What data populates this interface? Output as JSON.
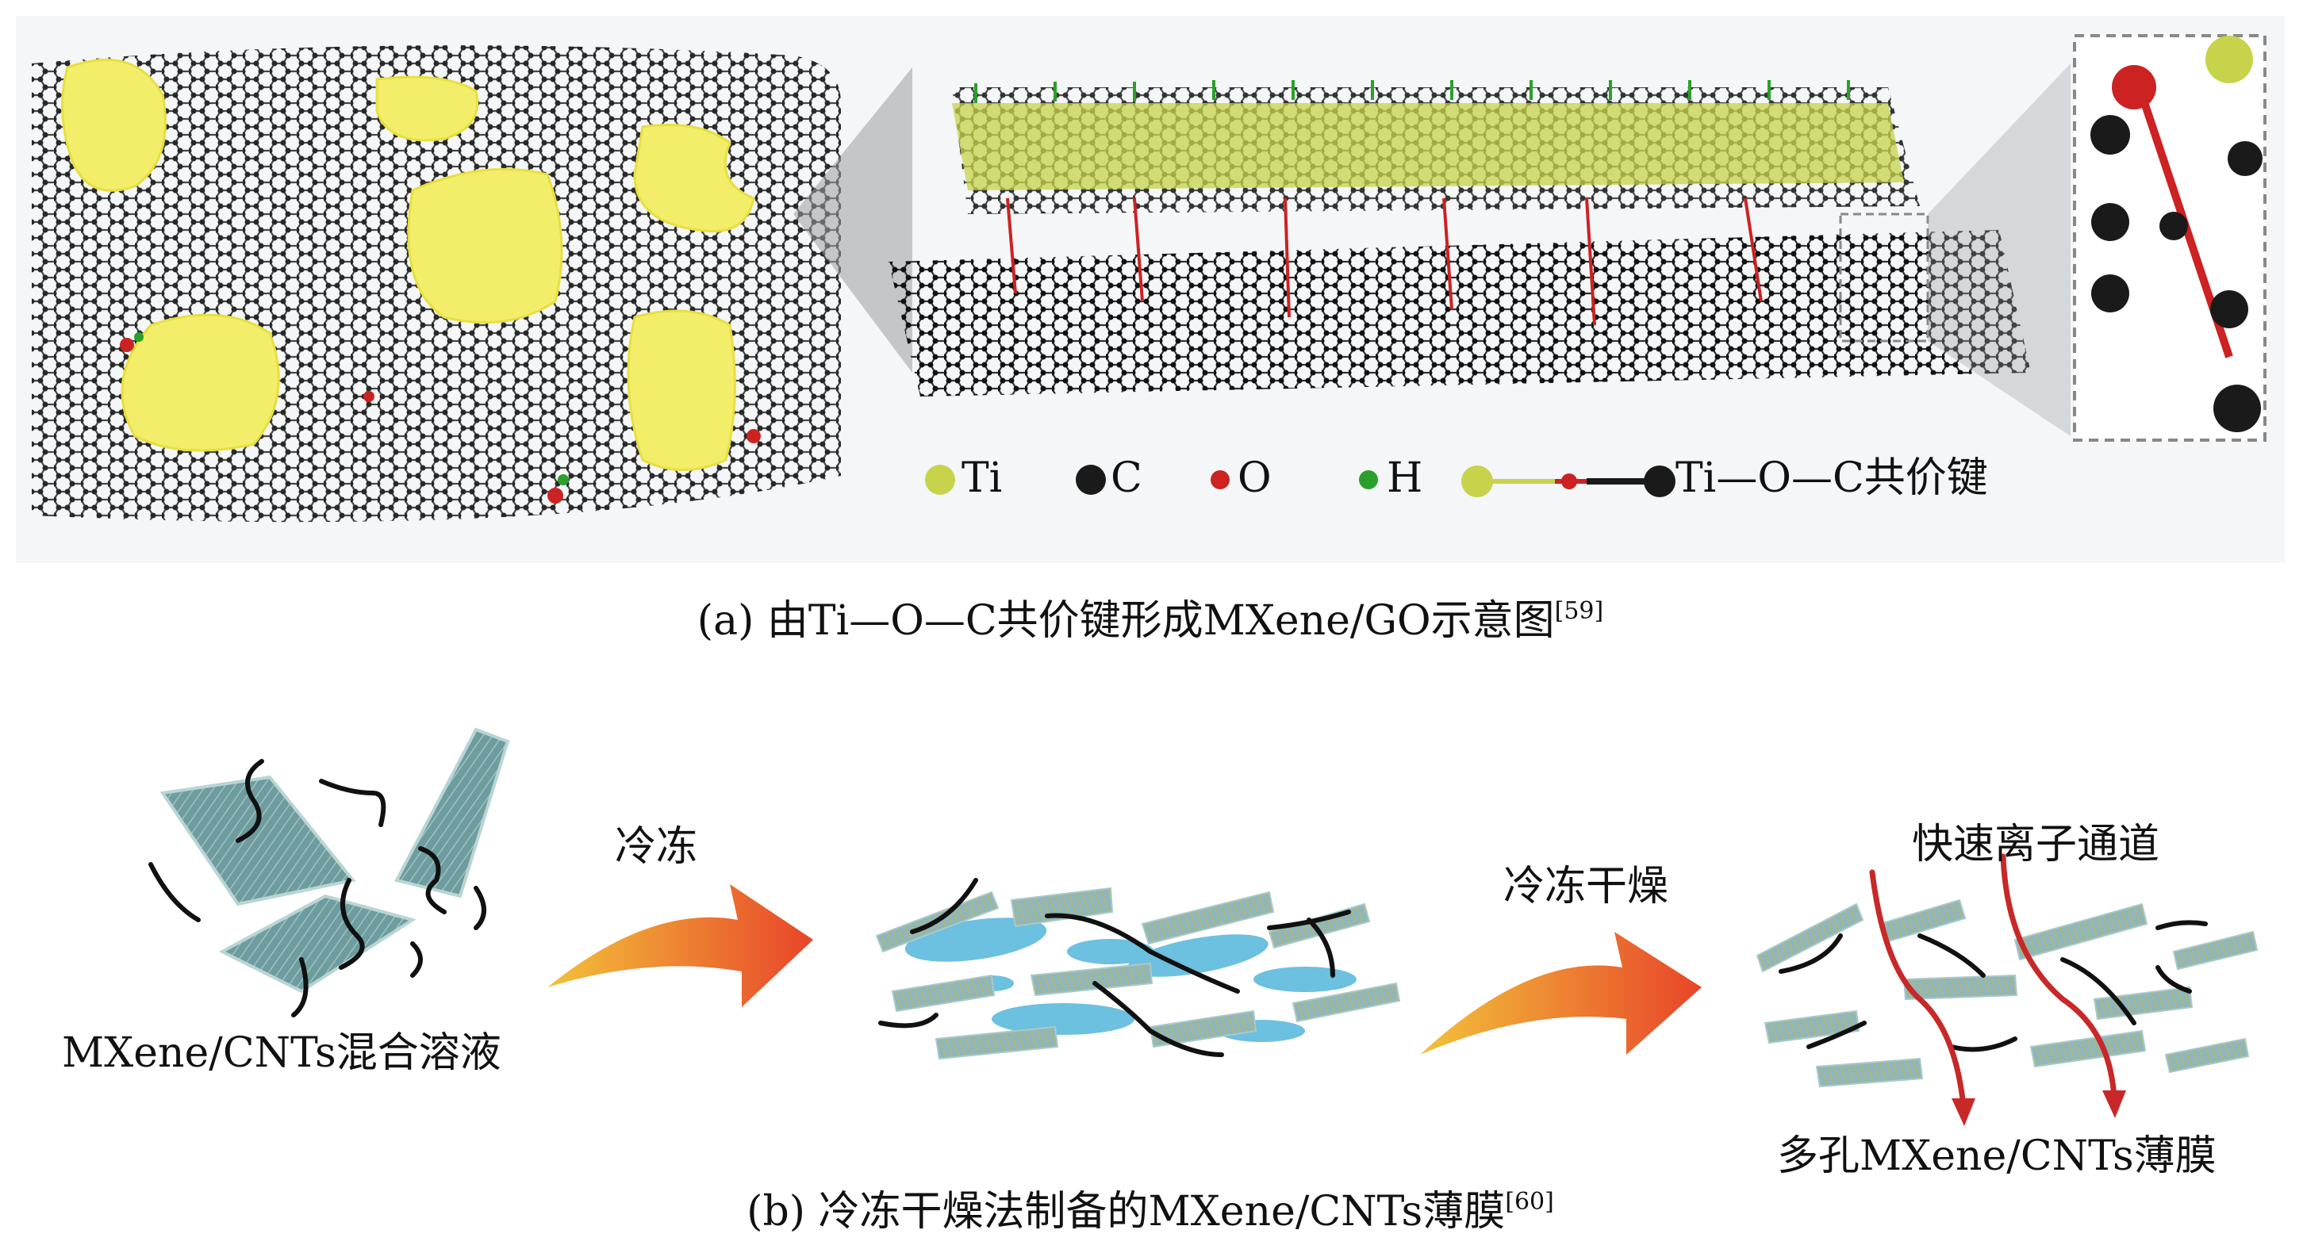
{
  "panel_a": {
    "legend": {
      "ti": "Ti",
      "c": "C",
      "o": "O",
      "h": "H",
      "bond": "Ti—O—C共价键"
    },
    "caption": "(a) 由Ti—O—C共价键形成MXene/GO示意图",
    "caption_ref": "[59]",
    "colors": {
      "ti": "#c7d34a",
      "c": "#1a1a1a",
      "o": "#cc2222",
      "h": "#2aa02a",
      "flake": "#f2ee6a"
    }
  },
  "panel_b": {
    "step1_label": "MXene/CNTs混合溶液",
    "arrow1_label": "冷冻",
    "arrow2_label": "冷冻干燥",
    "channel_label": "快速离子通道",
    "result_label": "多孔MXene/CNTs薄膜",
    "caption": "(b) 冷冻干燥法制备的MXene/CNTs薄膜",
    "caption_ref": "[60]",
    "colors": {
      "mxene": "#7fa8a8",
      "ice": "#6cc0e0",
      "arrow_start": "#f3c23a",
      "arrow_end": "#e8452a",
      "channel": "#c82828"
    }
  }
}
